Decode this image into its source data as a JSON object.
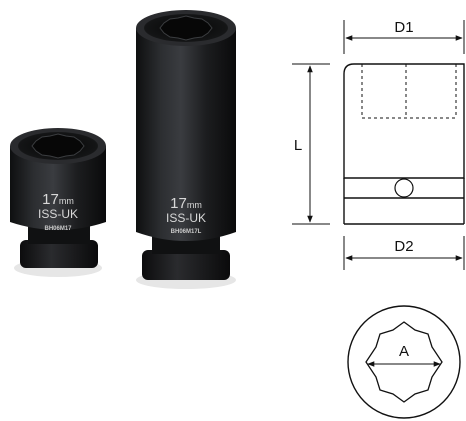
{
  "sockets": {
    "short": {
      "size": "17",
      "unit": "mm",
      "brand": "ISS-UK",
      "code": "BH06M17"
    },
    "deep": {
      "size": "17",
      "unit": "mm",
      "brand": "ISS-UK",
      "code": "BH06M17L"
    }
  },
  "diagram": {
    "labels": {
      "d1": "D1",
      "l": "L",
      "d2": "D2",
      "a": "A"
    }
  },
  "colors": {
    "socket_body": "#1e1f21",
    "line": "#111111",
    "background": "#ffffff"
  }
}
